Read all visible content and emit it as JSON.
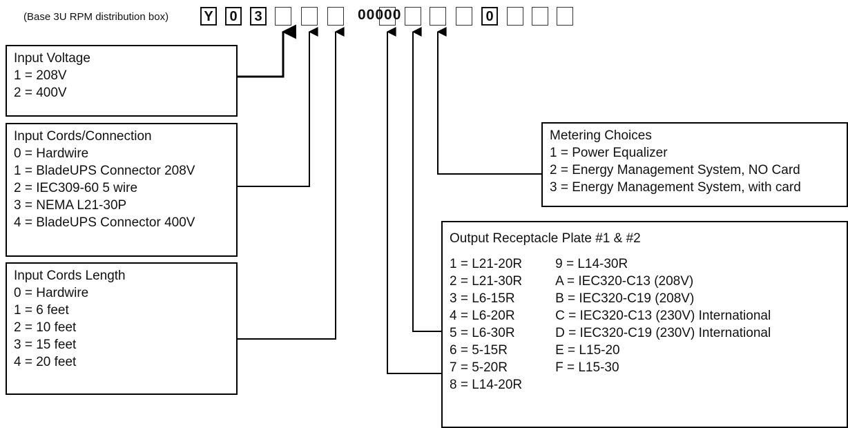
{
  "header": {
    "caption": "(Base 3U RPM distribution box)",
    "code": {
      "y": "Y",
      "zero1": "0",
      "three": "3",
      "zeros": "00000",
      "zero2": "0"
    }
  },
  "voltage": {
    "title": "Input Voltage",
    "options": [
      "1 = 208V",
      "2 = 400V"
    ]
  },
  "cords": {
    "title": "Input Cords/Connection",
    "options": [
      "0 = Hardwire",
      "1 = BladeUPS Connector 208V",
      "2 = IEC309-60 5 wire",
      "3 = NEMA L21-30P",
      "4 = BladeUPS Connector 400V"
    ]
  },
  "length": {
    "title": "Input Cords Length",
    "options": [
      "0 = Hardwire",
      "1 = 6 feet",
      "2 = 10 feet",
      "3 = 15 feet",
      "4 = 20 feet"
    ]
  },
  "metering": {
    "title": "Metering Choices",
    "options": [
      "1 = Power Equalizer",
      "2 = Energy Management System, NO Card",
      "3 = Energy Management System, with card"
    ]
  },
  "output": {
    "title": "Output Receptacle Plate #1 & #2",
    "col1": [
      "1 = L21-20R",
      "2 = L21-30R",
      "3 = L6-15R",
      "4 = L6-20R",
      "5 = L6-30R",
      "6 = 5-15R",
      "7 = 5-20R",
      "8 = L14-20R"
    ],
    "col2": [
      "9 = L14-30R",
      "A = IEC320-C13 (208V)",
      "B = IEC320-C19 (208V)",
      "C = IEC320-C13 (230V) International",
      "D = IEC320-C19 (230V) International",
      "E = L15-20",
      "F = L15-30"
    ]
  }
}
